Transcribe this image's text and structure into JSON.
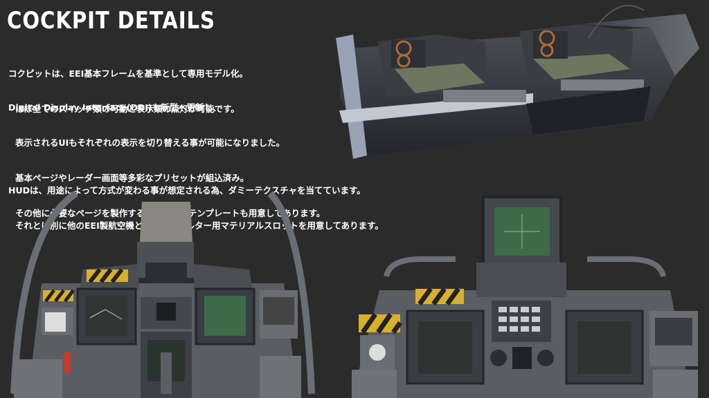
{
  "title": "COCKPIT  DETAILS",
  "paragraphs": {
    "p1": {
      "l1": "コクピットは、EEI基本フレームを基準として専用モデル化。",
      "l2": "ほぼ全てのスイッチ類の可動と表示類の点灯が可能です。"
    },
    "p2": {
      "l1": "Digital Display Interface(DDI)も新型へ更新し、",
      "l2": "表示されるUIもそれぞれの表示を切り替える事が可能になりました。",
      "l3": "基本ページやレーダー画面等多彩なプリセットが組込済み。",
      "l4": "その他に必要なページを製作する場合の配置テンプレートも用意してあります。"
    },
    "p3": {
      "l1": "HUDは、用途によって方式が変わる事が想定される為、ダミーテクスチャを当てています。",
      "l2": "それとは別に他のEEI製航空機と同様にフィルター用マテリアルスロットを用意してあります。"
    }
  },
  "colors": {
    "background": "#2b2b2b",
    "panel": "#5a5d62",
    "panel_dark": "#3c3f44",
    "screen_green": "#3d6b47",
    "hazard_yellow": "#d9b02a",
    "frame_silver": "#c9ccd2"
  },
  "icons": [
    "cockpit-canopy-render",
    "cockpit-front-panel-render",
    "cockpit-hud-panel-render"
  ]
}
